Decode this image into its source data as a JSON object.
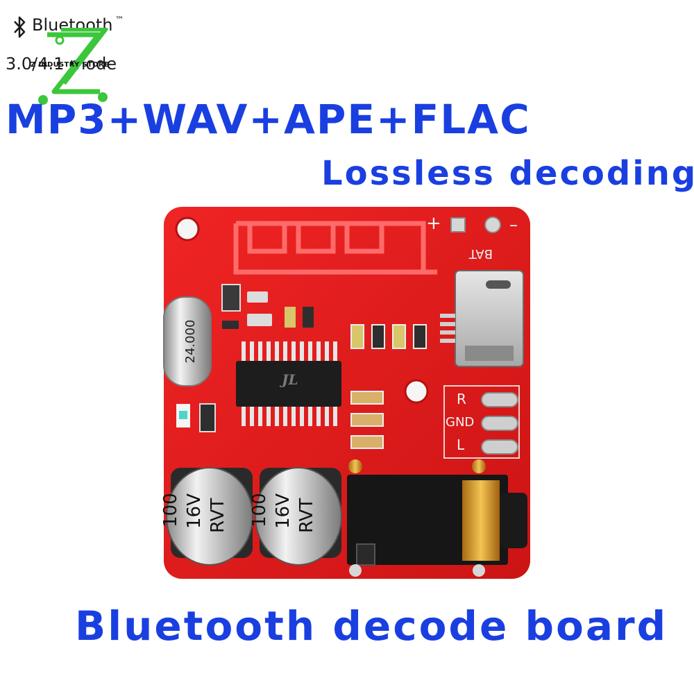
{
  "brand": {
    "bluetooth_wordmark": "Bluetooth",
    "trademark": "™",
    "version_mode": "3.0/4.1 mode",
    "store_logo": {
      "letter": "Z",
      "caption": "Z INDUSTRY STORE",
      "color": "#3cc63c"
    }
  },
  "headline": {
    "formats": "MP3+WAV+APE+FLAC",
    "subtitle": "Lossless decoding",
    "footer": "Bluetooth decode board",
    "color": "#1a3fe0"
  },
  "board": {
    "pcb_color": "#e61e1e",
    "crystal_label": "24.000",
    "chip_marking": "JL",
    "capacitor_labels": [
      "100",
      "16V",
      "RVT"
    ],
    "pad_labels": [
      "R",
      "GND",
      "L"
    ],
    "battery_label": "BAT",
    "plus_sign": "+",
    "minus_sign": "–"
  }
}
